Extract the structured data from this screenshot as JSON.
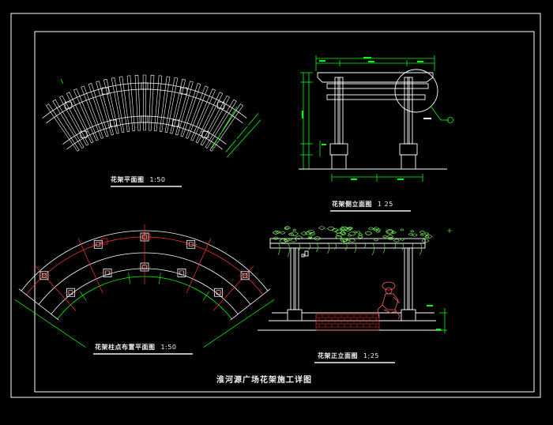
{
  "sheet": {
    "title": "淮河源广场花架施工详图"
  },
  "drawings": {
    "plan": {
      "name": "花架平面图",
      "scale": "1:50"
    },
    "side_elevation": {
      "name": "花架侧立面图",
      "scale": "1 25"
    },
    "column_plan": {
      "name": "花架柱点布置平面图",
      "scale": "1:50"
    },
    "front_elevation": {
      "name": "花架正立面图",
      "scale": "1;25"
    }
  },
  "colors": {
    "background": "#000000",
    "frame": "#ffffff",
    "geometry": "#ffffff",
    "dimension": "#00ff00",
    "section": "#ff3030",
    "foliage": "#7cff5a",
    "figure": "#ff6464",
    "callout": "#00ff00"
  }
}
